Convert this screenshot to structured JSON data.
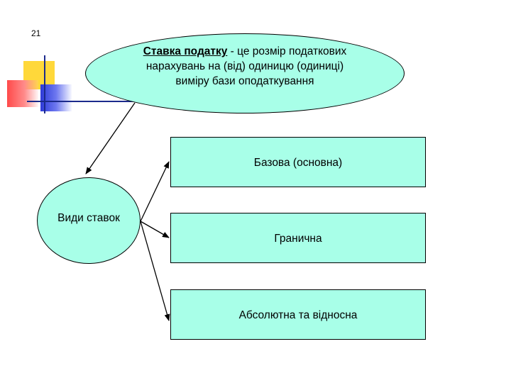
{
  "slide": {
    "number": "21"
  },
  "definition": {
    "term": "Ставка податку",
    "rest": " - це розмір податкових нарахувань на (від) одиницю (одиниці) виміру бази оподаткування"
  },
  "center": {
    "label": "Види ставок"
  },
  "types": [
    {
      "label": "Базова (основна)"
    },
    {
      "label": "Гранична"
    },
    {
      "label": "Абсолютна та відносна"
    }
  ],
  "colors": {
    "shape_fill": "#a8ffe8",
    "stroke": "#000000"
  }
}
